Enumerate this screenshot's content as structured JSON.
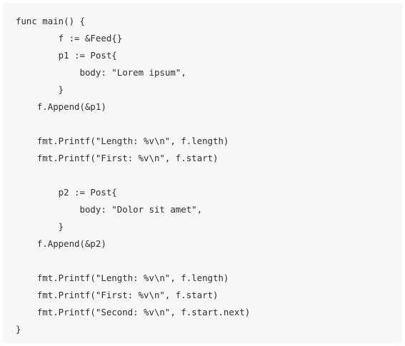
{
  "code": {
    "lines": [
      "func main() {",
      "        f := &Feed{}",
      "        p1 := Post{",
      "            body: \"Lorem ipsum\",",
      "        }",
      "    f.Append(&p1)",
      "",
      "    fmt.Printf(\"Length: %v\\n\", f.length)",
      "    fmt.Printf(\"First: %v\\n\", f.start)",
      "",
      "        p2 := Post{",
      "            body: \"Dolor sit amet\",",
      "        }",
      "    f.Append(&p2)",
      "",
      "    fmt.Printf(\"Length: %v\\n\", f.length)",
      "    fmt.Printf(\"First: %v\\n\", f.start)",
      "    fmt.Printf(\"Second: %v\\n\", f.start.next)",
      "}"
    ]
  }
}
